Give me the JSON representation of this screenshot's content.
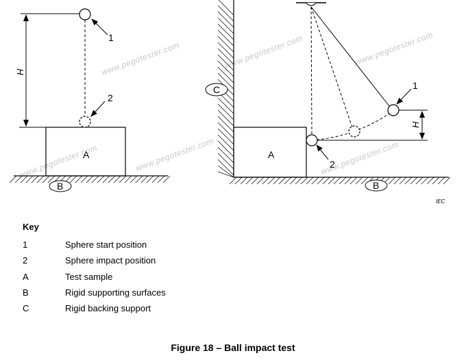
{
  "diagram": {
    "left": {
      "height_label": "H",
      "sample_label": "A",
      "surface_label": "B",
      "callout_1": "1",
      "callout_2": "2"
    },
    "right": {
      "backing_label": "C",
      "sample_label": "A",
      "surface_label": "B",
      "callout_1": "1",
      "callout_2": "2",
      "height_label": "H"
    },
    "source_mark": "IEC",
    "watermark": "www.pegotester.com"
  },
  "key": {
    "title": "Key",
    "items": [
      {
        "symbol": "1",
        "description": "Sphere start position"
      },
      {
        "symbol": "2",
        "description": "Sphere impact position"
      },
      {
        "symbol": "A",
        "description": "Test sample"
      },
      {
        "symbol": "B",
        "description": "Rigid supporting surfaces"
      },
      {
        "symbol": "C",
        "description": "Rigid backing support"
      }
    ]
  },
  "caption": "Figure 18 – Ball impact test"
}
